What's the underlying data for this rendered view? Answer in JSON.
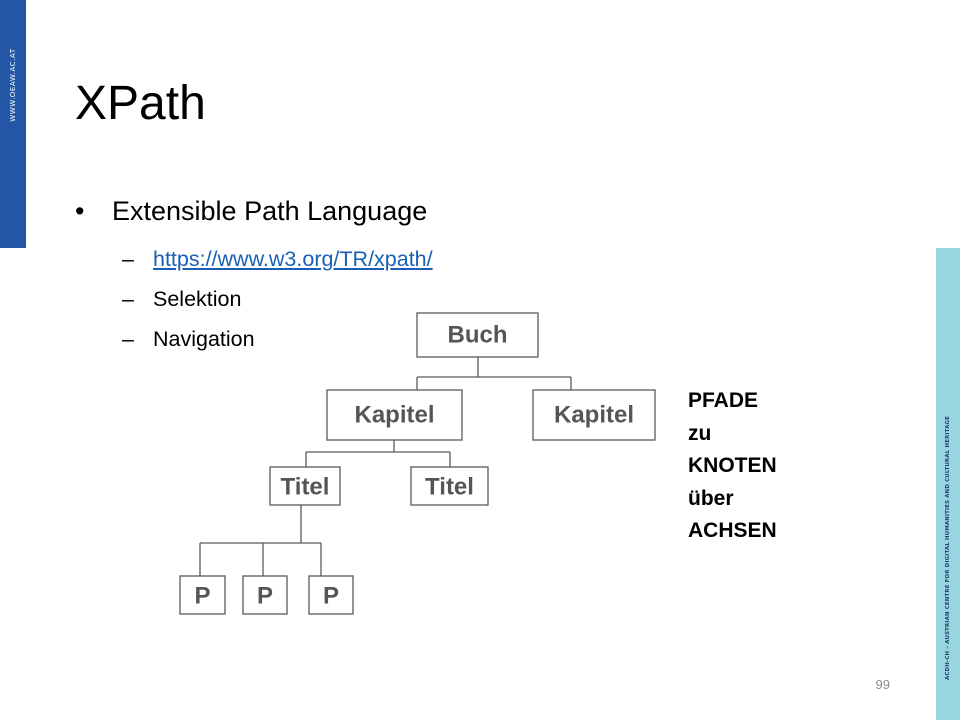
{
  "branding": {
    "left_text": "WWW.OEAW.AC.AT",
    "right_text": "ACDH-CH – AUSTRIAN CENTRE FOR DIGITAL HUMANITIES AND CULTURAL HERITAGE",
    "left_color": "#2357a6",
    "right_color": "#97d6df"
  },
  "slide": {
    "title": "XPath",
    "bullet": "Extensible Path Language",
    "subitems": [
      {
        "text": "https://www.w3.org/TR/xpath/",
        "is_link": true
      },
      {
        "text": "Selektion",
        "is_link": false
      },
      {
        "text": "Navigation",
        "is_link": false
      }
    ],
    "page_number": "99"
  },
  "tree": {
    "nodes": [
      {
        "id": "buch",
        "label": "Buch",
        "parent": null
      },
      {
        "id": "kapitel-1",
        "label": "Kapitel",
        "parent": "buch"
      },
      {
        "id": "kapitel-2",
        "label": "Kapitel",
        "parent": "buch"
      },
      {
        "id": "titel-1",
        "label": "Titel",
        "parent": "kapitel-1"
      },
      {
        "id": "titel-2",
        "label": "Titel",
        "parent": "kapitel-1"
      },
      {
        "id": "p-1",
        "label": "P",
        "parent": "titel-1"
      },
      {
        "id": "p-2",
        "label": "P",
        "parent": "titel-1"
      },
      {
        "id": "p-3",
        "label": "P",
        "parent": "titel-1"
      }
    ]
  },
  "note": {
    "lines": [
      "PFADE",
      "zu",
      "KNOTEN",
      "über",
      "ACHSEN"
    ]
  }
}
